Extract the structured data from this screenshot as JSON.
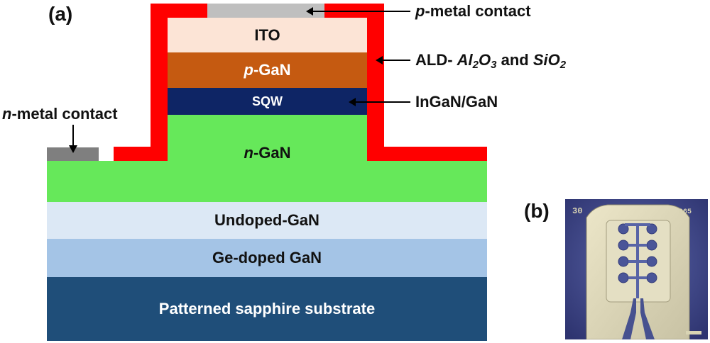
{
  "panel_a_label": "(a)",
  "panel_b_label": "(b)",
  "layers": {
    "ito": "ITO",
    "pgan_italic": "p",
    "pgan_rest": "-GaN",
    "sqw": "SQW",
    "ngan_italic": "n",
    "ngan_rest": "-GaN",
    "undoped": "Undoped-GaN",
    "gedoped": "Ge-doped GaN",
    "sapphire": "Patterned sapphire substrate"
  },
  "callouts": {
    "pmetal_italic": "p",
    "pmetal_rest": "-metal contact",
    "ald_prefix": "ALD-",
    "ald_al": "Al",
    "ald_al_sub": "2",
    "ald_o": "O",
    "ald_o_sub": "3",
    "ald_and": "and",
    "ald_si": "SiO",
    "ald_si_sub": "2",
    "ingan": "InGaN/GaN",
    "nmetal_italic": "n",
    "nmetal_rest": "-metal contact"
  },
  "photo": {
    "corner_left": "30",
    "corner_right": "065"
  },
  "colors": {
    "passivation": "#ff0000",
    "ito": "#fce4d6",
    "pgan": "#c55a11",
    "sqw": "#0e2565",
    "ngan": "#66e85a",
    "undoped": "#dce8f5",
    "gedoped": "#a4c4e6",
    "sapphire": "#1f4e79",
    "metal_p": "#bfbfbf",
    "metal_n": "#7f7f7f"
  }
}
